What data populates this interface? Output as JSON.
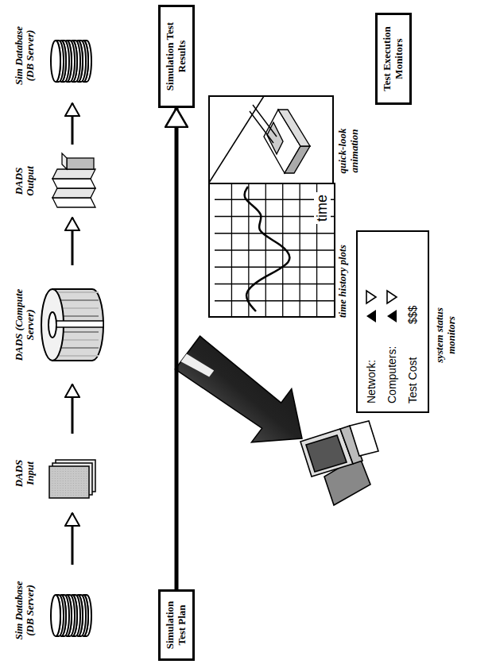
{
  "diagram": {
    "nodes": [
      {
        "text": [
          "Sim Database (DB Server)"
        ]
      },
      {
        "text": [
          "DADS Input"
        ]
      },
      {
        "text": [
          "DADS (Compute Server)"
        ]
      },
      {
        "text": [
          "DADS Output"
        ]
      },
      {
        "text": [
          "Sim Database (DB Server)"
        ]
      },
      {
        "text": [
          "Simulation Test Plan"
        ]
      },
      {
        "text": [
          "Simulation Test Results"
        ]
      },
      {
        "text": [
          "time history plots",
          "time"
        ]
      },
      {
        "text": [
          "quick-look animation"
        ]
      },
      {
        "text": [
          "system status monitors",
          "Network:",
          "Computers:",
          "Test Cost",
          "$$$"
        ]
      },
      {
        "text": [
          "Test Execution Monitors"
        ]
      }
    ],
    "edges": [
      {
        "from": 0,
        "to": 1,
        "arrow": "to"
      },
      {
        "from": 1,
        "to": 2,
        "arrow": "to"
      },
      {
        "from": 2,
        "to": 3,
        "arrow": "to"
      },
      {
        "from": 3,
        "to": 4,
        "arrow": "to"
      },
      {
        "from": 5,
        "to": 6,
        "arrow": "to"
      }
    ]
  }
}
